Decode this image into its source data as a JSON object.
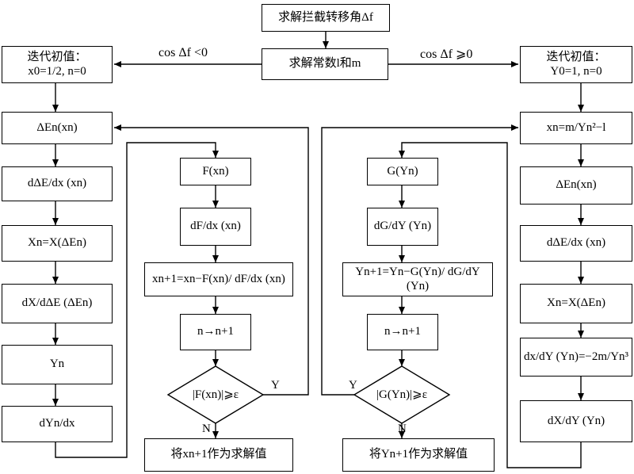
{
  "title": "求解拦截转移角Δf",
  "constants": "求解常数l和m",
  "cond_left": "cos Δf <0",
  "cond_right": "cos Δf ⩾0",
  "left": {
    "init_line1": "迭代初值：",
    "init_line2": "x0=1/2, n=0",
    "steps": [
      "ΔEn(xn)",
      "dΔE/dx (xn)",
      "Xn=X(ΔEn)",
      "dX/dΔE (ΔEn)",
      "Yn",
      "dYn/dx"
    ]
  },
  "right": {
    "init_line1": "迭代初值：",
    "init_line2": "Y0=1, n=0",
    "steps": [
      "xn=m/Yn²−l",
      "ΔEn(xn)",
      "dΔE/dx (xn)",
      "Xn=X(ΔEn)",
      "dx/dY (Yn)=−2m/Yn³",
      "dX/dY (Yn)"
    ]
  },
  "newton_x": {
    "steps": [
      "F(xn)",
      "dF/dx (xn)",
      "xn+1=xn−F(xn)/ dF/dx (xn)",
      "n→n+1"
    ],
    "check": "|F(xn)|⩾ε",
    "yes": "Y",
    "no": "N",
    "result": "将xn+1作为求解值"
  },
  "newton_y": {
    "steps": [
      "G(Yn)",
      "dG/dY (Yn)",
      "Yn+1=Yn−G(Yn)/ dG/dY (Yn)",
      "n→n+1"
    ],
    "check": "|G(Yn)|⩾ε",
    "yes": "Y",
    "no": "N",
    "result": "将Yn+1作为求解值"
  }
}
